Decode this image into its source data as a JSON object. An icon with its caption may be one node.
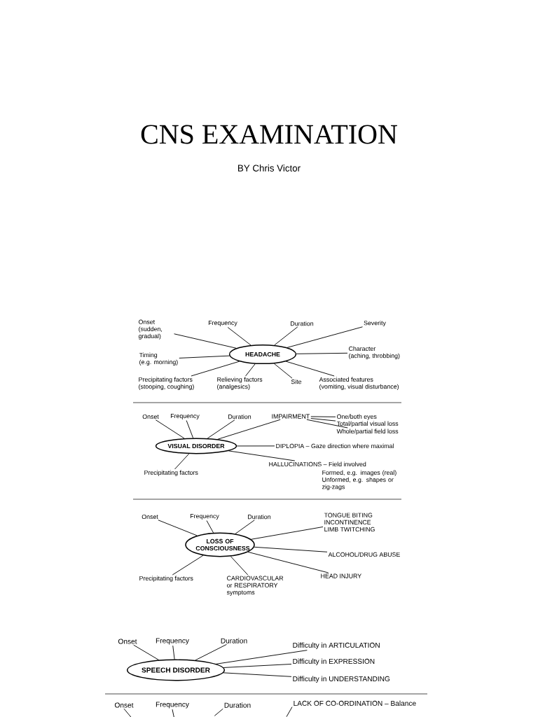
{
  "diagram": {
    "title": "CNS EXAMINATION",
    "nodes": [
      {
        "text": [
          "HEADACHE"
        ]
      },
      {
        "text": [
          "Onset",
          "(sudden, gradual)"
        ]
      },
      {
        "text": [
          "Frequency"
        ]
      },
      {
        "text": [
          "Duration"
        ]
      },
      {
        "text": [
          "Severity"
        ]
      },
      {
        "text": [
          "Character",
          "(aching, throbbing)"
        ]
      },
      {
        "text": [
          "Timing",
          "(e.g. morning)"
        ]
      },
      {
        "text": [
          "Precipitating factors",
          "(stooping, coughing)"
        ]
      },
      {
        "text": [
          "Relieving factors",
          "(analgesics)"
        ]
      },
      {
        "text": [
          "Site"
        ]
      },
      {
        "text": [
          "Associated features",
          "(vomiting, visual disturbance)"
        ]
      },
      {
        "text": [
          "VISUAL DISORDER"
        ]
      },
      {
        "text": [
          "Onset"
        ]
      },
      {
        "text": [
          "Frequency"
        ]
      },
      {
        "text": [
          "Duration"
        ]
      },
      {
        "text": [
          "IMPAIRMENT"
        ]
      },
      {
        "text": [
          "One/both eyes"
        ]
      },
      {
        "text": [
          "Total/partial visual loss"
        ]
      },
      {
        "text": [
          "Whole/partial field loss"
        ]
      },
      {
        "text": [
          "DIPLOPIA – Gaze direction where maximal"
        ]
      },
      {
        "text": [
          "HALLUCINATIONS – Field involved"
        ],
        "beside": [
          "Formed, e.g. images (real)",
          "Unformed, e.g. shapes or zig-zags"
        ]
      },
      {
        "text": [
          "Precipitating factors"
        ]
      },
      {
        "text": [
          "LOSS OF CONSCIOUSNESS"
        ]
      },
      {
        "text": [
          "Onset"
        ]
      },
      {
        "text": [
          "Frequency"
        ]
      },
      {
        "text": [
          "Duration"
        ]
      },
      {
        "text": [
          "TONGUE BITING",
          "INCONTINENCE",
          "LIMB TWITCHING"
        ]
      },
      {
        "text": [
          "ALCOHOL/DRUG ABUSE"
        ]
      },
      {
        "text": [
          "HEAD INJURY"
        ]
      },
      {
        "text": [
          "Precipitating factors"
        ]
      },
      {
        "text": [
          "CARDIOVASCULAR or RESPIRATORY symptoms"
        ]
      },
      {
        "text": [
          "SPEECH DISORDER"
        ]
      },
      {
        "text": [
          "Onset"
        ]
      },
      {
        "text": [
          "Frequency"
        ]
      },
      {
        "text": [
          "Duration"
        ]
      },
      {
        "text": [
          "Difficulty in ARTICULATION"
        ]
      },
      {
        "text": [
          "Difficulty in EXPRESSION"
        ]
      },
      {
        "text": [
          "Difficulty in UNDERSTANDING"
        ]
      },
      {
        "text": [
          "Onset"
        ]
      },
      {
        "text": [
          "Frequency"
        ]
      },
      {
        "text": [
          "Duration"
        ]
      },
      {
        "text": [
          "LACK OF CO-ORDINATION – Balance"
        ]
      }
    ],
    "edges": [
      {
        "from": 1,
        "to": 0,
        "arrow": "none"
      },
      {
        "from": 2,
        "to": 0,
        "arrow": "none"
      },
      {
        "from": 3,
        "to": 0,
        "arrow": "none"
      },
      {
        "from": 4,
        "to": 0,
        "arrow": "none"
      },
      {
        "from": 0,
        "to": 5,
        "arrow": "none"
      },
      {
        "from": 6,
        "to": 0,
        "arrow": "none"
      },
      {
        "from": 7,
        "to": 0,
        "arrow": "none"
      },
      {
        "from": 8,
        "to": 0,
        "arrow": "none"
      },
      {
        "from": 9,
        "to": 0,
        "arrow": "none"
      },
      {
        "from": 0,
        "to": 10,
        "arrow": "none"
      },
      {
        "from": 12,
        "to": 11,
        "arrow": "none"
      },
      {
        "from": 13,
        "to": 11,
        "arrow": "none"
      },
      {
        "from": 14,
        "to": 11,
        "arrow": "none"
      },
      {
        "from": 11,
        "to": 15,
        "arrow": "none"
      },
      {
        "from": 15,
        "to": 16,
        "arrow": "none"
      },
      {
        "from": 15,
        "to": 17,
        "arrow": "none"
      },
      {
        "from": 15,
        "to": 18,
        "arrow": "none"
      },
      {
        "from": 11,
        "to": 19,
        "arrow": "none"
      },
      {
        "from": 11,
        "to": 20,
        "arrow": "none"
      },
      {
        "from": 21,
        "to": 11,
        "arrow": "none"
      },
      {
        "from": 23,
        "to": 22,
        "arrow": "none"
      },
      {
        "from": 24,
        "to": 22,
        "arrow": "none"
      },
      {
        "from": 25,
        "to": 22,
        "arrow": "none"
      },
      {
        "from": 22,
        "to": 26,
        "arrow": "none"
      },
      {
        "from": 22,
        "to": 27,
        "arrow": "none"
      },
      {
        "from": 22,
        "to": 28,
        "arrow": "none"
      },
      {
        "from": 29,
        "to": 22,
        "arrow": "none"
      },
      {
        "from": 30,
        "to": 22,
        "arrow": "none"
      },
      {
        "from": 32,
        "to": 31,
        "arrow": "none"
      },
      {
        "from": 33,
        "to": 31,
        "arrow": "none"
      },
      {
        "from": 34,
        "to": 31,
        "arrow": "none"
      },
      {
        "from": 31,
        "to": 35,
        "arrow": "none"
      },
      {
        "from": 31,
        "to": 36,
        "arrow": "none"
      },
      {
        "from": 31,
        "to": 37,
        "arrow": "none"
      },
      {
        "from": 38,
        "to": null,
        "arrow": "none"
      },
      {
        "from": 39,
        "to": null,
        "arrow": "none"
      },
      {
        "from": 40,
        "to": null,
        "arrow": "none"
      },
      {
        "from": 41,
        "to": null,
        "arrow": "none"
      }
    ],
    "labels": [
      "BY Chris Victor"
    ]
  }
}
